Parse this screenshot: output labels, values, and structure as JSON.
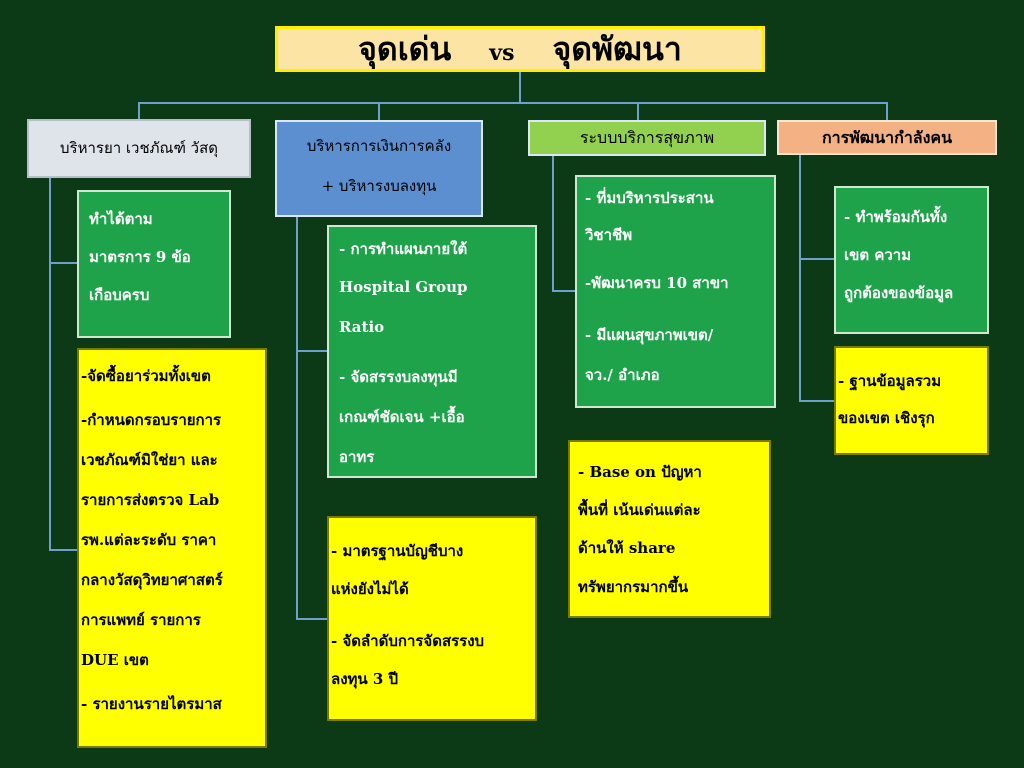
{
  "title": {
    "left": "จุดเด่น",
    "vs": "vs",
    "right": "จุดพัฒนา"
  },
  "columns": [
    {
      "header": "บริหารยา เวชภัณฑ์ วัสดุ",
      "green_lines": [
        "ทำได้ตาม",
        "มาตรการ 9 ข้อ",
        "เกือบครบ"
      ],
      "yellow_lines": [
        "-จัดซื้อยาร่วมทั้งเขต",
        "-กำหนดกรอบรายการ",
        "เวชภัณฑ์มิใช่ยา และ",
        "รายการส่งตรวจ Lab",
        "รพ.แต่ละระดับ ราคา",
        "กลางวัสดุวิทยาศาสตร์",
        "การแพทย์ รายการ",
        "DUE เขต",
        "- รายงานรายไตรมาส"
      ]
    },
    {
      "header_lines": [
        "บริหารการเงินการคลัง",
        "+ บริหารงบลงทุน"
      ],
      "green_lines": [
        "- การทำแผนภายใต้",
        "Hospital Group",
        "Ratio",
        "- จัดสรรงบลงทุนมี",
        "เกณฑ์ชัดเจน +เอื้อ",
        "อาทร"
      ],
      "yellow_lines": [
        "- มาตรฐานบัญชีบาง",
        "แห่งยังไม่ได้",
        "- จัดลำดับการจัดสรรงบ",
        "ลงทุน 3 ปี"
      ]
    },
    {
      "header": "ระบบบริการสุขภาพ",
      "green_lines": [
        "- ที่มบริหารประสาน",
        "วิชาชีพ",
        "-พัฒนาครบ 10 สาขา",
        "- มีแผนสุขภาพเขต/",
        "จว./ อำเภอ"
      ],
      "yellow_lines": [
        "- Base on ปัญหา",
        "พื้นที่ เน้นเด่นแต่ละ",
        "ด้านให้ share",
        "ทรัพยากรมากขึ้น"
      ]
    },
    {
      "header": "การพัฒนากำลังคน",
      "green_lines": [
        "- ทำพร้อมกันทั้ง",
        "เขต ความ",
        "ถูกต้องของข้อมูล"
      ],
      "yellow_lines": [
        "- ฐานข้อมูลรวม",
        "ของเขต เชิงรุก"
      ]
    }
  ],
  "colors": {
    "background": "#0d3a16",
    "title_fill": "#fce5a4",
    "title_border": "#ffee00",
    "header1": "#dfe3ea",
    "header2": "#5b8fcf",
    "header3": "#92d050",
    "header4": "#f4b183",
    "green_box": "#1ea34a",
    "yellow_box": "#ffff00",
    "connector": "#6fa0c9"
  }
}
